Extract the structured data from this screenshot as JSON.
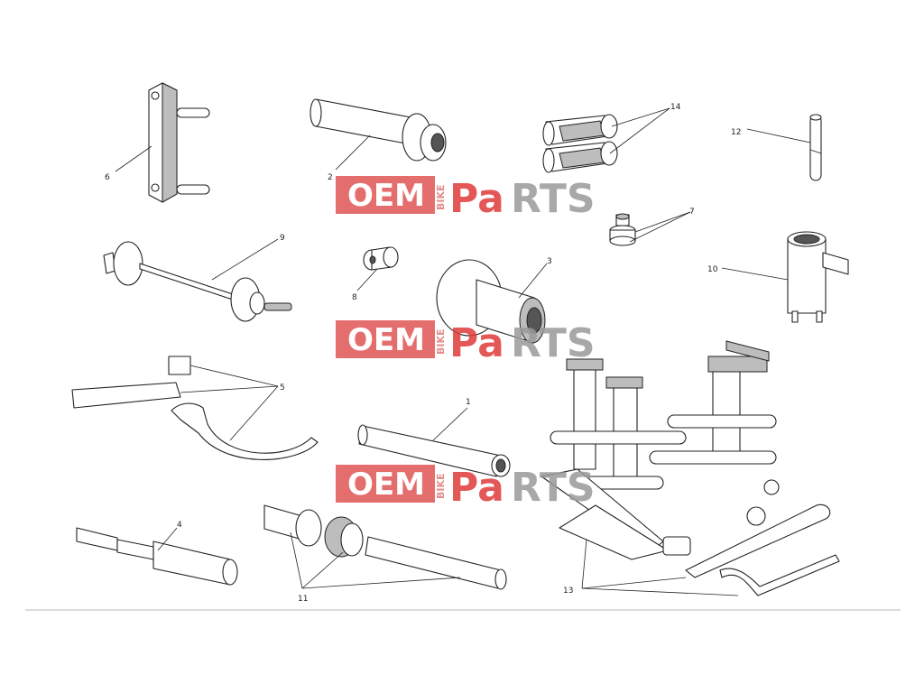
{
  "callouts": {
    "c1": "1",
    "c2": "2",
    "c3": "3",
    "c4": "4",
    "c5": "5",
    "c6": "6",
    "c7": "7",
    "c8": "8",
    "c9": "9",
    "c10": "10",
    "c11": "11",
    "c12": "12",
    "c13": "13",
    "c14": "14"
  },
  "watermark": {
    "oem": "OEM",
    "bike": "BIKE",
    "pa": "Pa",
    "rts": "RTS"
  }
}
